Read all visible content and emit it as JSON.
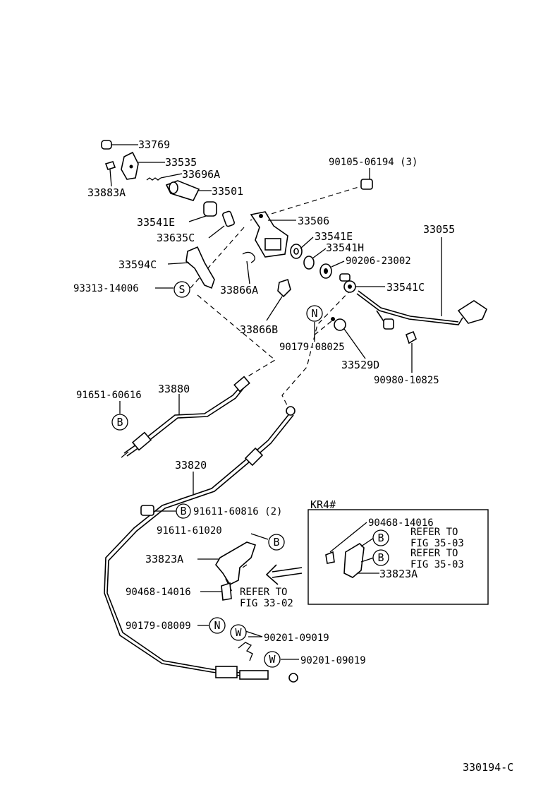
{
  "parts": {
    "p33769": "33769",
    "p33535": "33535",
    "p33696A": "33696A",
    "p33883A": "33883A",
    "p33501": "33501",
    "p33541E": "33541E",
    "p33635C": "33635C",
    "p33506": "33506",
    "p33541E_2": "33541E",
    "p33541H": "33541H",
    "p33055": "33055",
    "p90206": "90206-23002",
    "p33594C": "33594C",
    "p93313": "93313-14006",
    "p33866A": "33866A",
    "p33541C": "33541C",
    "p33866B": "33866B",
    "p90179a": "90179-08025",
    "p33529D": "33529D",
    "p90980": "90980-10825",
    "p90105": "90105-06194 (3)",
    "p91651": "91651-60616",
    "p33880": "33880",
    "p33820": "33820",
    "p91611a": "91611-60816 (2)",
    "p91611b": "91611-61020",
    "p33823A": "33823A",
    "p90468": "90468-14016",
    "p90179b": "90179-08009",
    "p90201a": "90201-09019",
    "p90201b": "90201-09019",
    "inset_90468": "90468-14016",
    "inset_33823A": "33823A"
  },
  "symbols": {
    "S": "S",
    "N": "N",
    "B": "B",
    "W": "W"
  },
  "refs": {
    "refer_to": "REFER TO",
    "fig_33_02": "FIG 33-02",
    "fig_35_03": "FIG 35-03"
  },
  "inset_title": "KR4#",
  "figure_id": "330194-C"
}
